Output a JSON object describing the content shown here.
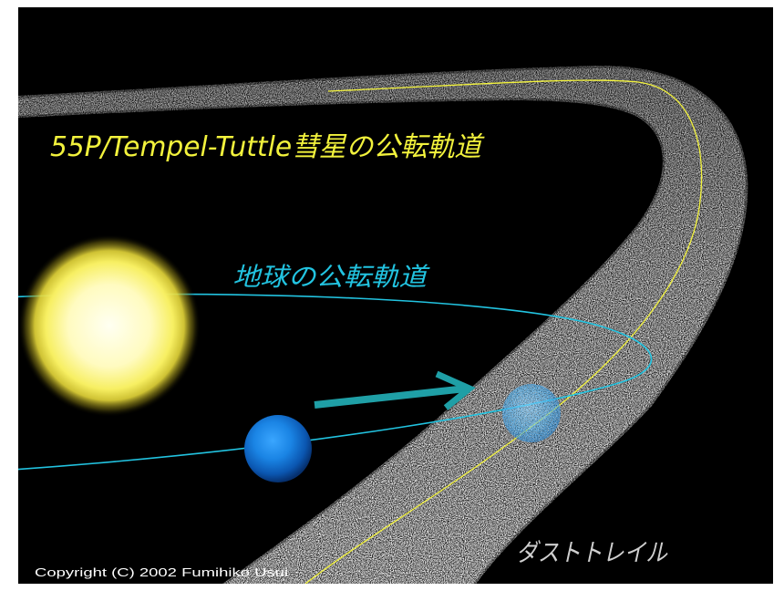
{
  "labels": {
    "comet_orbit": "55P/Tempel-Tuttle彗星の公転軌道",
    "earth_orbit": "地球の公転軌道",
    "dust_trail": "ダストトレイル",
    "copyright": "Copyright (C) 2002 Fumihiko Usui"
  },
  "colors": {
    "page_border": "#ffffff",
    "background": "#000000",
    "comet_orbit": "#f2f23c",
    "earth_orbit": "#22c3e0",
    "motion_arrow": "#1f9fa6",
    "dust_trail": "#9a9a9a",
    "dust_trail_label": "#cfcfcf",
    "copyright_text": "#ffffff",
    "sun": "#f7ef62",
    "earth": "#1a84e4",
    "trail_crossing_earth": "#55b2ee"
  }
}
